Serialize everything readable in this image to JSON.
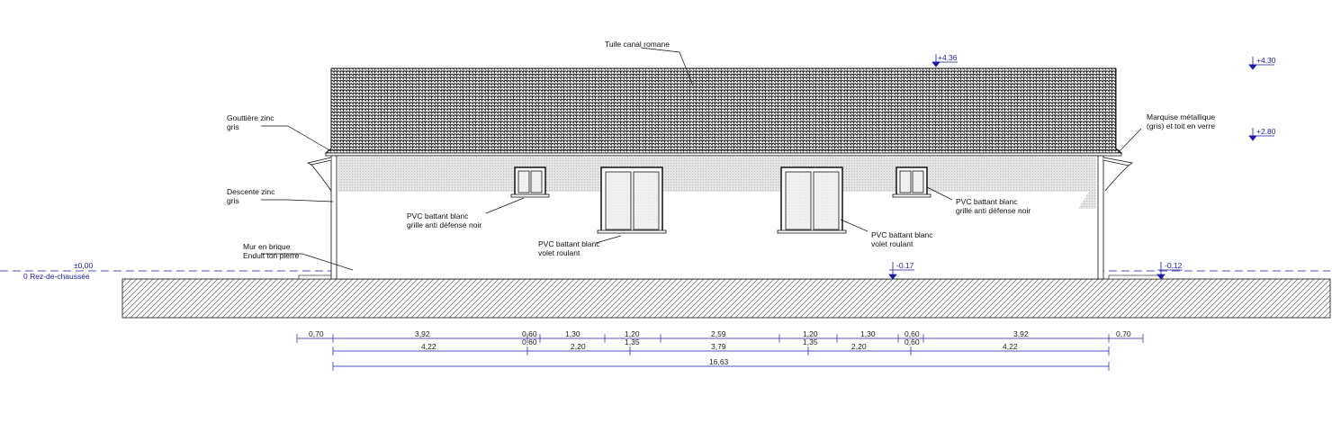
{
  "annotations": {
    "roof": "Tuile canal romane",
    "gutter_1": "Gouttière zinc",
    "gutter_2": "gris",
    "downpipe_1": "Descente zinc",
    "downpipe_2": "gris",
    "wall_1": "Mur en brique",
    "wall_2": "Enduit ton pierre",
    "marquise_1": "Marquise métallique",
    "marquise_2": "(gris) et toit en verre",
    "win_left_1": "PVC battant blanc",
    "win_left_2": "grille anti défense noir",
    "door_left_1": "PVC battant blanc",
    "door_left_2": "volet roulant",
    "door_right_1": "PVC battant blanc",
    "door_right_2": "volet roulant",
    "win_right_1": "PVC battant blanc",
    "win_right_2": "grille anti défense noir"
  },
  "levels": {
    "ridge": "+4.36",
    "top_right": "+4.30",
    "eave_right": "+2.80",
    "ground_center": "-0.17",
    "ground_right": "-0.12",
    "floor_value": "±0,00",
    "floor_name": "0 Rez-de-chaussée"
  },
  "dimensions": {
    "row1": [
      "0,70",
      "3,92",
      "0,60",
      "1,30",
      "1,20",
      "2,59",
      "1,20",
      "1,30",
      "0,60",
      "3,92",
      "0,70"
    ],
    "row2": [
      "0,60",
      "1,35",
      "1,35",
      "0,60"
    ],
    "row3": [
      "4,22",
      "2,20",
      "3,79",
      "2,20",
      "4,22"
    ],
    "total": "16,63"
  },
  "colors": {
    "line": "#111111",
    "level": "#1a1aa8",
    "shade": "#cfcfcf"
  }
}
